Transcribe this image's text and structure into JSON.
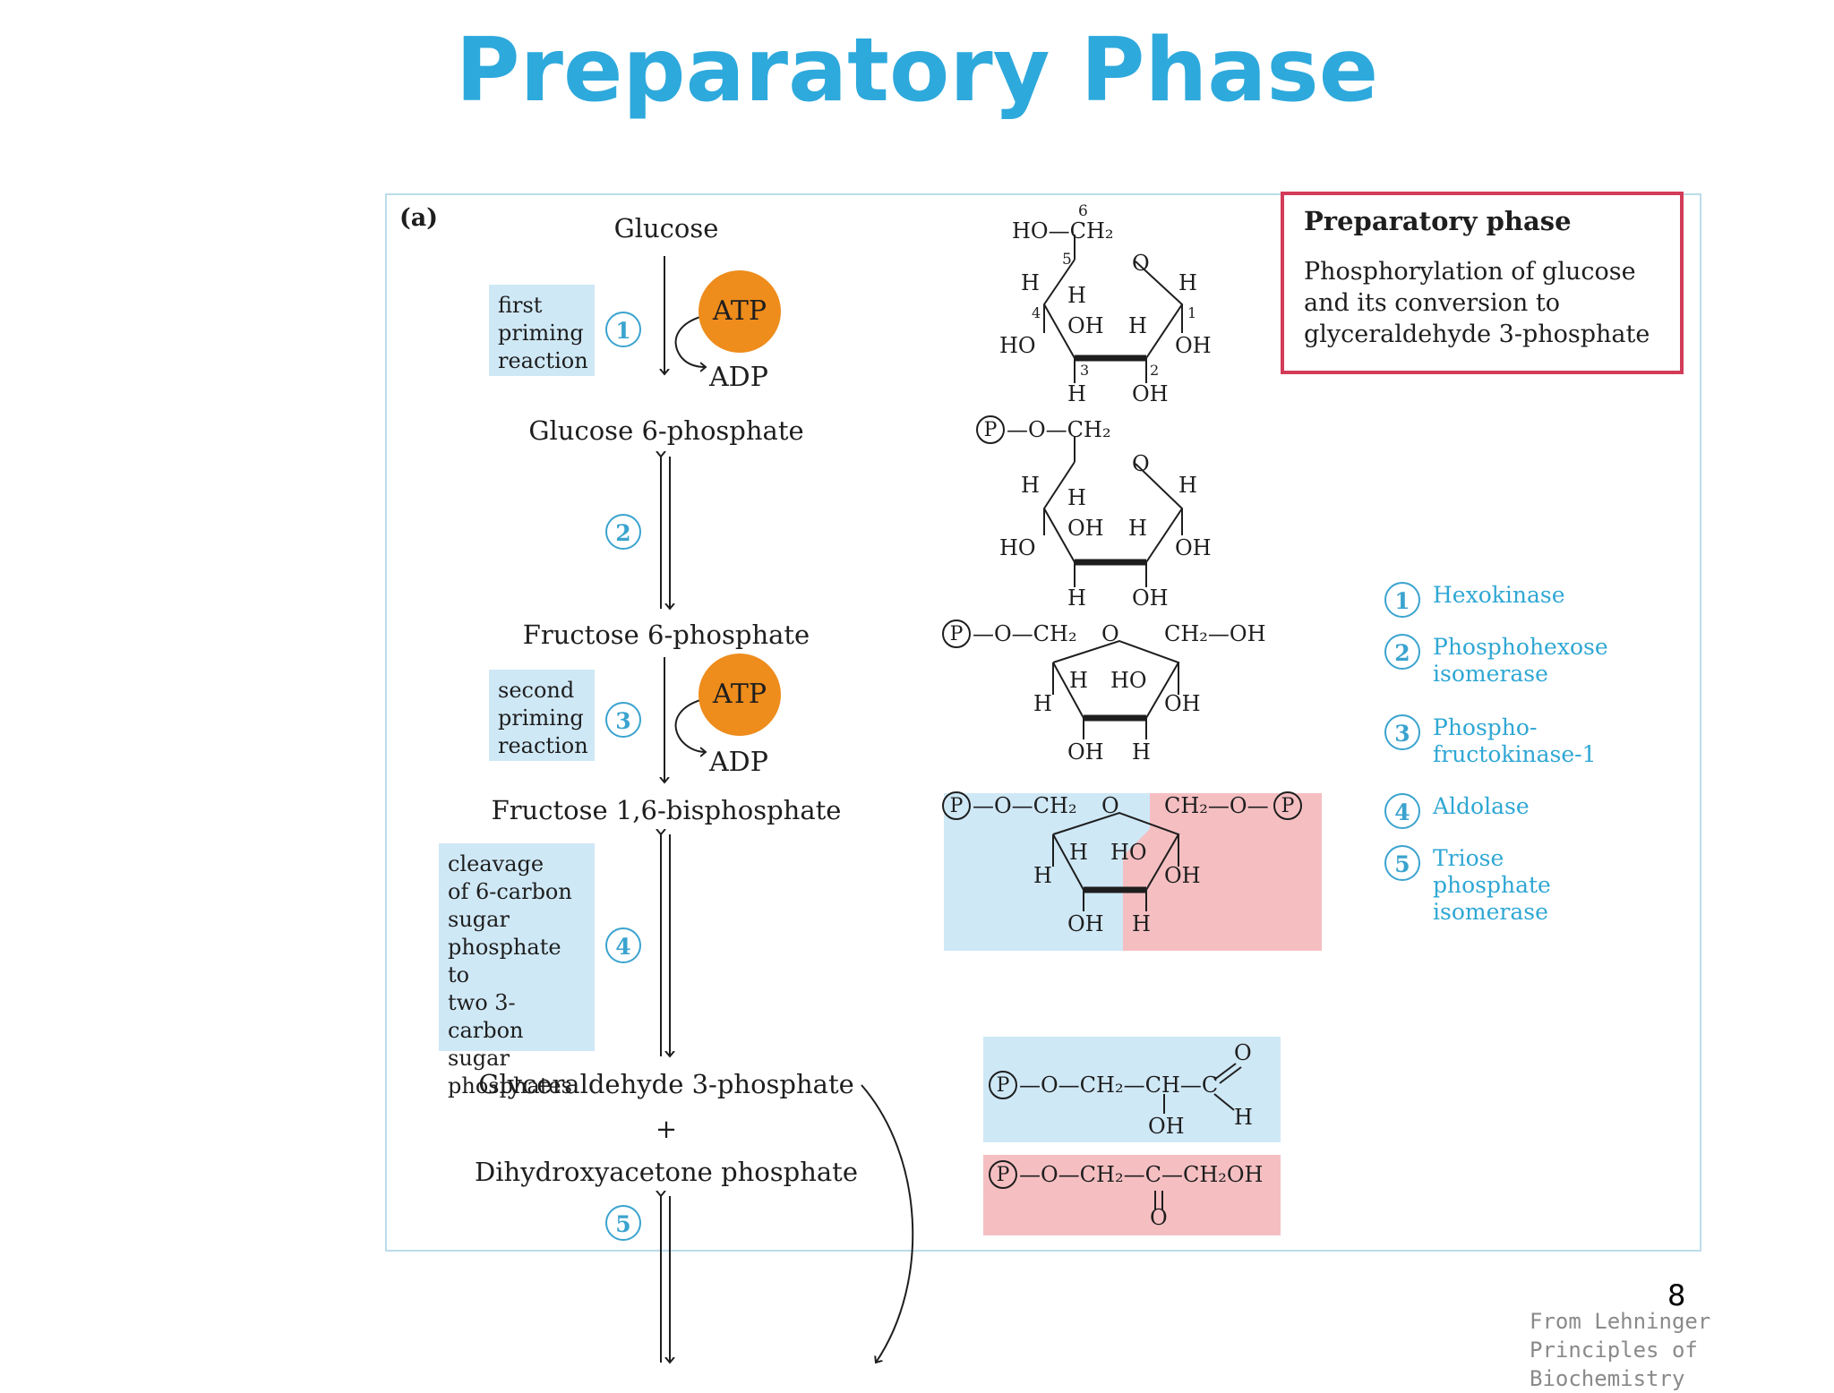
{
  "slide": {
    "title": "Preparatory Phase",
    "page_number": "8",
    "credit_line1": "From Lehninger",
    "credit_line2": "Principles of Biochemistry"
  },
  "panel": {
    "label": "(a)",
    "info_title": "Preparatory phase",
    "info_description": "Phosphorylation of glucose and its conversion to glyceraldehyde 3-phosphate"
  },
  "metabolites": {
    "glucose": "Glucose",
    "g6p": "Glucose 6-phosphate",
    "f6p": "Fructose 6-phosphate",
    "f16bp": "Fructose 1,6-bisphosphate",
    "gap": "Glyceraldehyde 3-phosphate",
    "plus": "+",
    "dhap": "Dihydroxyacetone phosphate"
  },
  "steps": [
    {
      "num": "1",
      "note": "first priming reaction"
    },
    {
      "num": "2",
      "note": ""
    },
    {
      "num": "3",
      "note": "second priming reaction"
    },
    {
      "num": "4",
      "note": "cleavage of 6-carbon sugar phosphate to two 3-carbon sugar phosphates"
    },
    {
      "num": "5",
      "note": ""
    }
  ],
  "notes": {
    "n1": [
      "first",
      "priming",
      "reaction"
    ],
    "n3": [
      "second",
      "priming",
      "reaction"
    ],
    "n4": [
      "cleavage",
      "of 6-carbon",
      "sugar",
      "phosphate to",
      "two 3-carbon",
      "sugar",
      "phosphates"
    ]
  },
  "cofactors": {
    "atp": "ATP",
    "adp": "ADP"
  },
  "enzymes": [
    {
      "num": "1",
      "name_lines": [
        "Hexokinase"
      ]
    },
    {
      "num": "2",
      "name_lines": [
        "Phosphohexose",
        "isomerase"
      ]
    },
    {
      "num": "3",
      "name_lines": [
        "Phospho-",
        "fructokinase-1"
      ]
    },
    {
      "num": "4",
      "name_lines": [
        "Aldolase"
      ]
    },
    {
      "num": "5",
      "name_lines": [
        "Triose",
        "phosphate",
        "isomerase"
      ]
    }
  ],
  "colors": {
    "title": "#2ea9dc",
    "atp_fill": "#ee8c1c",
    "note_box": "#cfe8f6",
    "enzyme_text": "#2fa7d4",
    "info_border": "#d23c58",
    "blue_region": "#cfe8f6",
    "pink_region": "#f5bfc2"
  },
  "structure_labels": {
    "glucose": {
      "c6": "6",
      "ho_ch2": "HO—CH₂",
      "c5": "5",
      "o": "O",
      "h_a": "H",
      "h_b": "H",
      "h_c": "H",
      "c4": "4",
      "c1": "1",
      "oh_a": "OH",
      "h_d": "H",
      "ho": "HO",
      "oh_b": "OH",
      "c3": "3",
      "c2": "2",
      "h_e": "H",
      "oh_c": "OH"
    },
    "g6p": {
      "p": "P",
      "o_ch2": "—O—CH₂",
      "o": "O",
      "h_a": "H",
      "h_b": "H",
      "h_c": "H",
      "oh_a": "OH",
      "h_d": "H",
      "ho": "HO",
      "oh_b": "OH",
      "h_e": "H",
      "oh_c": "OH"
    },
    "f6p": {
      "p": "P",
      "o_ch2": "—O—CH₂",
      "o": "O",
      "ch2oh": "CH₂—OH",
      "h_a": "H",
      "ho_a": "HO",
      "h_b": "H",
      "oh_a": "OH",
      "oh_b": "OH",
      "h_c": "H"
    },
    "f16bp": {
      "p1": "P",
      "o_ch2": "—O—CH₂",
      "o": "O",
      "ch2o": "CH₂—O—",
      "p2": "P",
      "h_a": "H",
      "ho_a": "HO",
      "h_b": "H",
      "oh_a": "OH",
      "oh_b": "OH",
      "h_c": "H"
    },
    "gap": {
      "p": "P",
      "chain": "—O—CH₂—CH—C",
      "o": "O",
      "oh": "OH",
      "h": "H"
    },
    "dhap": {
      "p": "P",
      "chain": "—O—CH₂—C—CH₂OH",
      "o": "O"
    }
  }
}
